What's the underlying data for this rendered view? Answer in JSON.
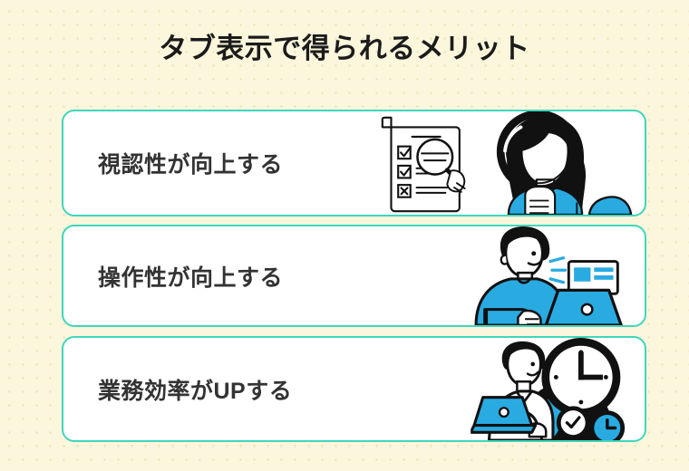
{
  "page": {
    "title": "タブ表示で得られるメリット",
    "background_color": "#FCF6DC",
    "accent_color": "#3FD6BC",
    "illustration_color": "#29ABE2",
    "text_color": "#333333"
  },
  "cards": [
    {
      "label": "視認性が向上する",
      "illustration": "checklist-magnifier-woman-illustration"
    },
    {
      "label": "操作性が向上する",
      "illustration": "man-laptop-illustration"
    },
    {
      "label": "業務効率がUPする",
      "illustration": "man-laptop-clock-illustration"
    }
  ]
}
